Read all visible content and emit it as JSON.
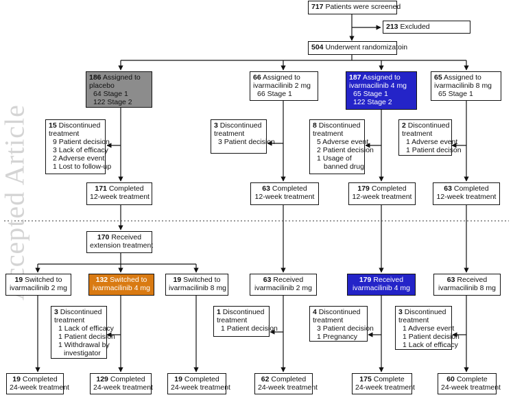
{
  "screened": {
    "count": "717",
    "text": "Patients were screened"
  },
  "excluded": {
    "count": "213",
    "text": "Excluded"
  },
  "randomized": {
    "count": "504",
    "text": "Underwent randomizatoin"
  },
  "watermark": "Accepted Article",
  "arms": [
    {
      "count": "186",
      "line1": "Assigned to",
      "line2": "placebo",
      "extra": [
        "64 Stage 1",
        "122 Stage 2"
      ]
    },
    {
      "count": "66",
      "line1": "Assigned to",
      "line2": "ivarmacilinib 2 mg",
      "extra": [
        "66 Stage 1"
      ]
    },
    {
      "count": "187",
      "line1": "Assigned to",
      "line2": "ivarmacilinib 4 mg",
      "extra": [
        "65 Stage 1",
        "122 Stage 2"
      ]
    },
    {
      "count": "65",
      "line1": "Assigned to",
      "line2": "ivarmacilinib 8 mg",
      "extra": [
        "65 Stage 1"
      ]
    }
  ],
  "discontinued12": [
    {
      "count": "15",
      "title": "Discontinued",
      "title2": "treatment",
      "reasons": [
        "9 Patient decision",
        "3 Lack of efficacy",
        "2 Adverse event",
        "1 Lost to follow-up"
      ]
    },
    {
      "count": "3",
      "title": "Discontinued",
      "title2": "treatment",
      "reasons": [
        "3 Patient decision"
      ]
    },
    {
      "count": "8",
      "title": "Discontinued",
      "title2": "treatment",
      "reasons": [
        "5 Adverse event",
        "2 Patient decision",
        "1 Usage of",
        "banned drug"
      ]
    },
    {
      "count": "2",
      "title": "Discontinued",
      "title2": "treatment",
      "reasons": [
        "1 Adverse event",
        "1 Patient decison"
      ]
    }
  ],
  "completed12": [
    {
      "count": "171",
      "label": "Completed",
      "sub": "12-week treatment"
    },
    {
      "count": "63",
      "label": "Completed",
      "sub": "12-week treatment"
    },
    {
      "count": "179",
      "label": "Completed",
      "sub": "12-week treatment"
    },
    {
      "count": "63",
      "label": "Completed",
      "sub": "12-week treatment"
    }
  ],
  "extension": {
    "count": "170",
    "label": "Received",
    "sub": "extension treatment"
  },
  "ext_arms": [
    {
      "count": "19",
      "label": "Switched to",
      "sub": "ivarmacilinib 2 mg"
    },
    {
      "count": "132",
      "label": "Switched to",
      "sub": "ivarmacilinib 4 mg"
    },
    {
      "count": "19",
      "label": "Switched to",
      "sub": "ivarmacilinib 8 mg"
    },
    {
      "count": "63",
      "label": "Received",
      "sub": "ivarmacilinib 2 mg"
    },
    {
      "count": "179",
      "label": "Received",
      "sub": "ivarmacilinib 4 mg"
    },
    {
      "count": "63",
      "label": "Received",
      "sub": "ivarmacilinib 8 mg"
    }
  ],
  "discontinued24": [
    {
      "count": "3",
      "title": "Discontinued",
      "title2": "treatment",
      "reasons": [
        "1 Lack of efficacy",
        "1 Patient decision",
        "1 Withdrawal by",
        "investigator"
      ]
    },
    {
      "count": "1",
      "title": "Discontinued",
      "title2": "treatment",
      "reasons": [
        "1 Patient decision"
      ]
    },
    {
      "count": "4",
      "title": "Discontinued",
      "title2": "treatment",
      "reasons": [
        "3 Patient decision",
        "1 Pregnancy"
      ]
    },
    {
      "count": "3",
      "title": "Discontinued",
      "title2": "treatment",
      "reasons": [
        "1 Adverse  event",
        "1 Patient decision",
        "1 Lack of efficacy"
      ]
    }
  ],
  "completed24": [
    {
      "count": "19",
      "label": "Completed",
      "sub": "24-week treatment"
    },
    {
      "count": "129",
      "label": "Completed",
      "sub": "24-week treatment"
    },
    {
      "count": "19",
      "label": "Completed",
      "sub": "24-week treatment"
    },
    {
      "count": "62",
      "label": "Completed",
      "sub": "24-week treatment"
    },
    {
      "count": "175",
      "label": "Complete",
      "sub": "24-week treatment"
    },
    {
      "count": "60",
      "label": "Complete",
      "sub": "24-week treatment"
    }
  ],
  "colors": {
    "placebo": "#8c8c8c",
    "highlight_blue": "#2424c8",
    "highlight_orange": "#d97a12",
    "line": "#111111"
  }
}
